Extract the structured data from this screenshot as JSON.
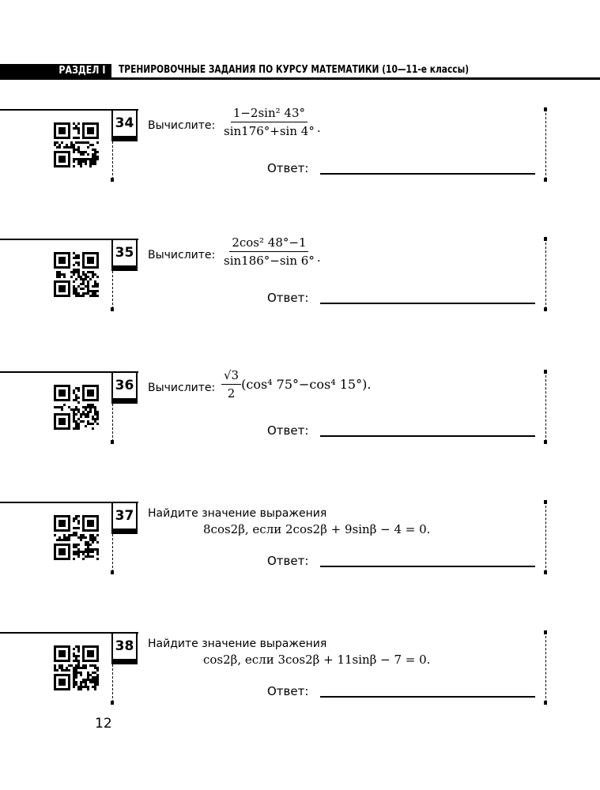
{
  "header": {
    "section": "РАЗДЕЛ I",
    "title": "ТРЕНИРОВОЧНЫЕ ЗАДАНИЯ ПО КУРСУ МАТЕМАТИКИ (10—11-е классы)"
  },
  "answer_label": "Ответ:",
  "tasks": [
    {
      "number": "34",
      "label": "Вычислите:",
      "numerator": "1−2sin² 43°",
      "denominator": "sin176°+sin 4°",
      "suffix": "."
    },
    {
      "number": "35",
      "label": "Вычислите:",
      "numerator": "2cos² 48°−1",
      "denominator": "sin186°−sin 6°",
      "suffix": "."
    },
    {
      "number": "36",
      "label": "Вычислите:",
      "numerator": "√3",
      "denominator": "2",
      "after": "(cos⁴ 75°−cos⁴ 15°)."
    },
    {
      "number": "37",
      "text": "Найдите значение выражения",
      "expr": "8cos2β, если 2cos2β + 9sinβ − 4 = 0."
    },
    {
      "number": "38",
      "text": "Найдите значение выражения",
      "expr": "cos2β, если 3cos2β + 11sinβ − 7 = 0."
    }
  ],
  "page_number": "12"
}
